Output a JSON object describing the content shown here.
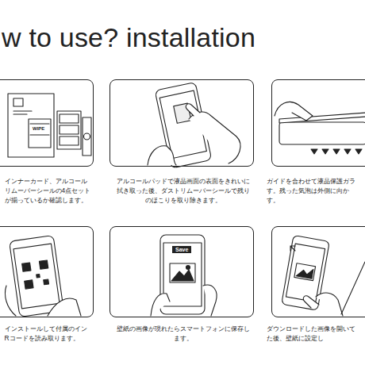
{
  "diagram": {
    "title": "w to use? installation",
    "nodes": [
      {
        "text": [
          "インナーカード、アルコール リムーバーシールの4点セット が揃っているか確認します。"
        ]
      },
      {
        "text": [
          "アルコールパッドで液晶画面の表面をきれいに 拭き取った後、ダストリムーバーシールで残り のほこりを取り除きます。"
        ]
      },
      {
        "text": [
          "ガイドを合わせて液晶保護ガラ す。残った気泡は外側に向か す。"
        ]
      },
      {
        "text": [
          "インストールして付属のイン Rコードを読み取ります。"
        ]
      },
      {
        "text": [
          "壁紙の画像が現れたらスマートフォンに保存し ます。"
        ]
      },
      {
        "text": [
          "ダウンロードした画像を開いて た後、壁紙に設定し"
        ]
      }
    ],
    "labels": [
      "WIPE",
      "Save"
    ]
  }
}
